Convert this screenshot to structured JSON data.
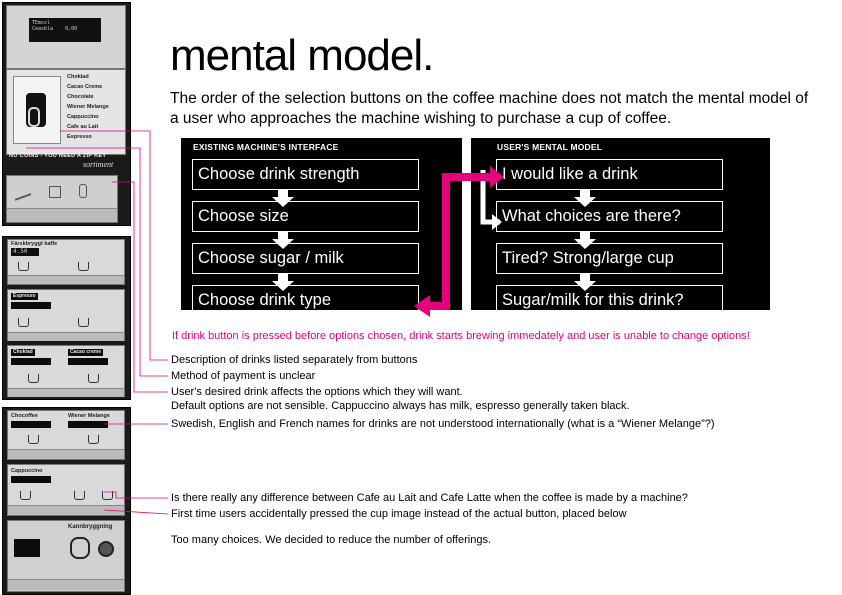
{
  "title": "mental model.",
  "intro": "The order of the selection buttons on the coffee machine does not match the mental model of a user who approaches the machine wishing to purchase a cup of coffee.",
  "existing": {
    "header": "EXISTING MACHINE'S INTERFACE",
    "steps": [
      "Choose drink strength",
      "Choose size",
      "Choose sugar / milk",
      "Choose drink type"
    ]
  },
  "mental": {
    "header": "USER'S MENTAL MODEL",
    "steps": [
      "I would like a drink",
      "What choices are there?",
      "Tired? Strong/large cup",
      "Sugar/milk for this drink?"
    ]
  },
  "warning": "If drink button is pressed before options chosen, drink starts brewing immedately and user is unable to change options!",
  "notes": [
    "Description of drinks listed separately from buttons",
    "Method of payment is unclear",
    "User's desired drink affects the options which they will want.",
    "Default options are not sensible.  Cappuccino always has milk, espresso generally taken black.",
    "Swedish, English and French names for drinks are not understood internationally (what is a “Wiener Melange”?)",
    "Is there really any difference between Cafe au Lait and Cafe Latte when the coffee is made by a machine?",
    "First time users accidentally pressed the cup image instead of the actual button, placed below",
    "Too many choices.  We decided to reduce the number of offerings."
  ],
  "photos": {
    "top": {
      "menu": [
        "Choklad",
        "Cacao Creme",
        "Chocolate",
        "Wiener Melange",
        "Cappuccino",
        "Cafe au Lait",
        "Espresso"
      ],
      "coin_text": "NO COINS - YOU NEED A ZIP KEY",
      "brand": "sortiment"
    },
    "middle": {
      "labels": [
        "Färskbryggt kaffe",
        "Espresso",
        "Choklad",
        "Cacao creme"
      ],
      "price": "4.50"
    },
    "bottom": {
      "labels": [
        "Chocoffee",
        "Wiener Melange",
        "Cappuccino",
        "Kannbryggning"
      ]
    }
  },
  "colors": {
    "accent": "#e6007e",
    "diagram_bg": "#000000",
    "callout_line": "#e6007e"
  }
}
